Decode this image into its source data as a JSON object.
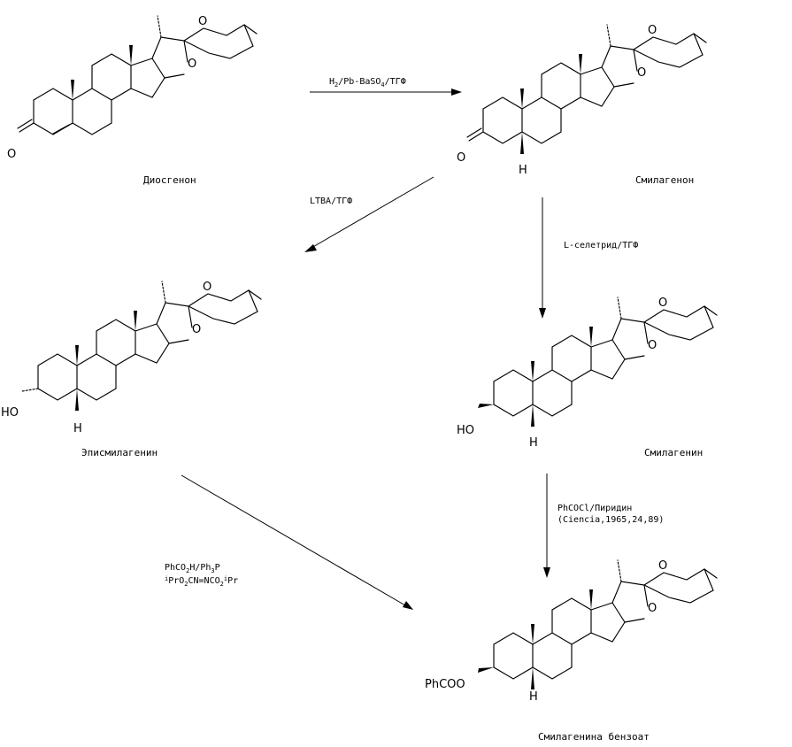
{
  "colors": {
    "line": "#000000",
    "background": "#ffffff"
  },
  "compounds": {
    "diosgenone": {
      "label": "Диосгенон",
      "atoms": [
        "O",
        "O",
        "O"
      ]
    },
    "smilagenone": {
      "label": "Смилагенон",
      "atoms": [
        "O",
        "O",
        "O",
        "H"
      ]
    },
    "epismilagenin": {
      "label": "Эписмилагенин",
      "atoms": [
        "HO",
        "O",
        "O",
        "H"
      ]
    },
    "smilagenin": {
      "label": "Смилагенин",
      "atoms": [
        "HO",
        "O",
        "O",
        "H"
      ]
    },
    "smilagenin_benzoate": {
      "label": "Смилагенина бензоат",
      "atoms": [
        "PhCOO",
        "O",
        "O",
        "H"
      ]
    }
  },
  "reactions": {
    "r1": {
      "reagent": "H2/Pb-BaSO4/ТГФ",
      "display": {
        "pre1": "H",
        "sub1": "2",
        "mid": "/Pb-BaSO",
        "sub2": "4",
        "post": "/ТГФ"
      }
    },
    "r2": {
      "reagent": "LTBA/ТГФ"
    },
    "r3": {
      "reagent": "L-селетрид/ТГФ"
    },
    "r4": {
      "reagent": "PhCOCl/Пиридин",
      "reference": "(Ciencia,1965,24,89)"
    },
    "r5": {
      "reagent1": "PhCO2H/Ph3P",
      "reagent2": "iPrO2CN=NCO2iPr",
      "display1": {
        "a": "PhCO",
        "b": "2",
        "c": "H/Ph",
        "d": "3",
        "e": "P"
      },
      "display2": {
        "a": "i",
        "b": "PrO",
        "c": "2",
        "d": "CN=NCO",
        "e": "2",
        "f": "i",
        "g": "Pr"
      }
    }
  }
}
